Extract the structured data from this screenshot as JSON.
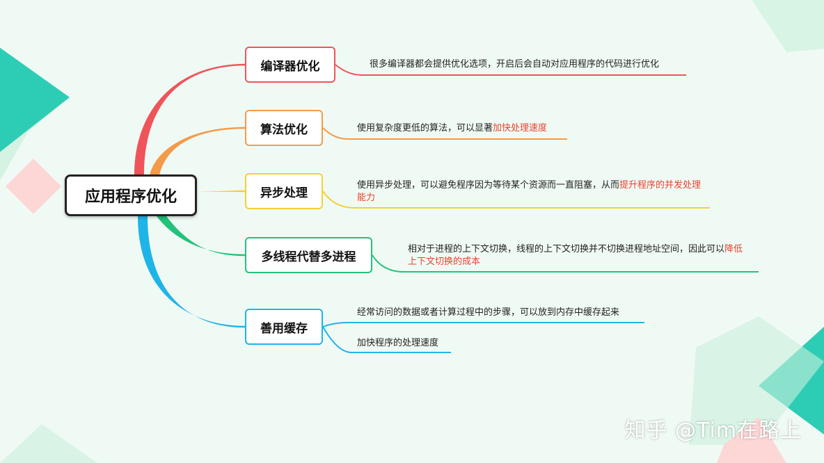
{
  "root": {
    "label": "应用程序优化"
  },
  "branches": [
    {
      "label": "编译器优化",
      "color": "#f0545b",
      "leaves": [
        {
          "text": "很多编译器都会提供优化选项，开启后会自动对应用程序的代码进行优化",
          "highlight": ""
        }
      ]
    },
    {
      "label": "算法优化",
      "color": "#f39b4b",
      "leaves": [
        {
          "text": "使用复杂度更低的算法，可以显著",
          "highlight": "加快处理速度"
        }
      ]
    },
    {
      "label": "异步处理",
      "color": "#f7cf2f",
      "leaves": [
        {
          "text": "使用异步处理，可以避免程序因为等待某个资源而一直阻塞，从而",
          "highlight": "提升程序的并发处理能力"
        }
      ]
    },
    {
      "label": "多线程代替多进程",
      "color": "#22c27a",
      "leaves": [
        {
          "text": "相对于进程的上下文切换，线程的上下文切换并不切换进程地址空间，因此可以",
          "highlight": "降低上下文切换的成本"
        }
      ]
    },
    {
      "label": "善用缓存",
      "color": "#1fb4e8",
      "leaves": [
        {
          "text": "经常访问的数据或者计算过程中的步骤，可以放到内存中缓存起来",
          "highlight": ""
        },
        {
          "text": "加快程序的处理速度",
          "highlight": ""
        }
      ]
    }
  ],
  "watermark": "知乎 @Tim在路上"
}
